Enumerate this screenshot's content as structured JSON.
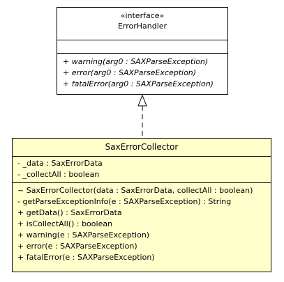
{
  "interface_class": {
    "stereotype": "«interface»",
    "name": "ErrorHandler",
    "attributes": [],
    "operations": [
      "+ warning(arg0 : SAXParseException)",
      "+ error(arg0 : SAXParseException)",
      "+ fatalError(arg0 : SAXParseException)"
    ]
  },
  "impl_class": {
    "name": "SaxErrorCollector",
    "fill_color": "#ffffcc",
    "attributes": [
      "- _data : SaxErrorData",
      "- _collectAll : boolean"
    ],
    "operations": [
      "~ SaxErrorCollector(data : SaxErrorData, collectAll : boolean)",
      "- getParseExceptionInfo(e : SAXParseException) : String",
      "+ getData() : SaxErrorData",
      "+ isCollectAll() : boolean",
      "+ warning(e : SAXParseException)",
      "+ error(e : SAXParseException)",
      "+ fatalError(e : SAXParseException)"
    ]
  },
  "relationship": {
    "type": "realization",
    "line_style": "dashed",
    "arrowhead": "hollow-triangle"
  }
}
